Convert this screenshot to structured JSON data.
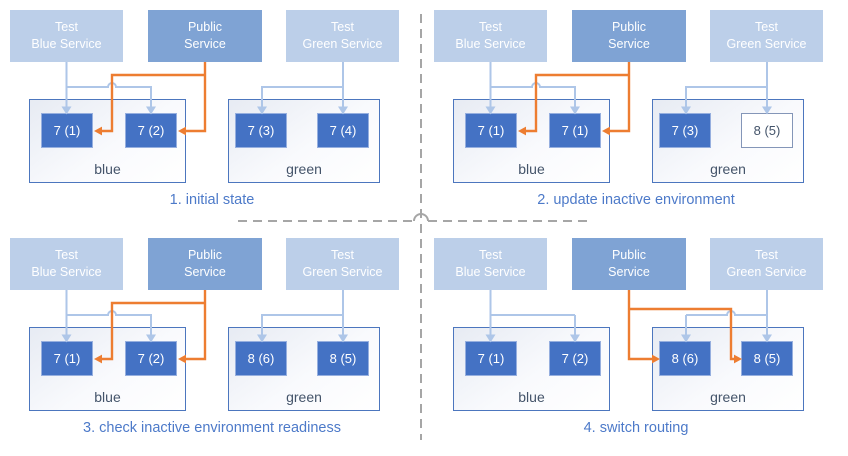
{
  "colors": {
    "accent_blue": "#4472C4",
    "light_service_fill": "#BCCFE9",
    "public_service_fill": "#7FA3D4",
    "pod_fill": "#4472C4",
    "pod_border": "#96AFDF",
    "pod_outline_border": "#8496B8",
    "pod_outline_text": "#44546A",
    "env_border": "#4C76BE",
    "env_label_text": "#44546A",
    "light_connector": "#AEC6E8",
    "orange_connector": "#ED7D31",
    "divider_gray": "#A6A6A6",
    "caption_text": "#4D7AC9"
  },
  "quadrants": [
    {
      "caption": "1. initial state",
      "services": [
        {
          "label": "Test\nBlue Service"
        },
        {
          "label": "Public\nService"
        },
        {
          "label": "Test\nGreen Service"
        }
      ],
      "blue_env": {
        "label": "blue",
        "pods": [
          {
            "label": "7 (1)",
            "variant": "filled"
          },
          {
            "label": "7 (2)",
            "variant": "filled"
          }
        ]
      },
      "green_env": {
        "label": "green",
        "pods": [
          {
            "label": "7 (3)",
            "variant": "filled"
          },
          {
            "label": "7 (4)",
            "variant": "filled"
          }
        ]
      }
    },
    {
      "caption": "2. update inactive environment",
      "services": [
        {
          "label": "Test\nBlue Service"
        },
        {
          "label": "Public\nService"
        },
        {
          "label": "Test\nGreen Service"
        }
      ],
      "blue_env": {
        "label": "blue",
        "pods": [
          {
            "label": "7 (1)",
            "variant": "filled"
          },
          {
            "label": "7 (1)",
            "variant": "filled"
          }
        ]
      },
      "green_env": {
        "label": "green",
        "pods": [
          {
            "label": "7 (3)",
            "variant": "filled"
          },
          {
            "label": "8 (5)",
            "variant": "outline"
          }
        ]
      }
    },
    {
      "caption": "3. check inactive environment readiness",
      "services": [
        {
          "label": "Test\nBlue Service"
        },
        {
          "label": "Public\nService"
        },
        {
          "label": "Test\nGreen Service"
        }
      ],
      "blue_env": {
        "label": "blue",
        "pods": [
          {
            "label": "7 (1)",
            "variant": "filled"
          },
          {
            "label": "7 (2)",
            "variant": "filled"
          }
        ]
      },
      "green_env": {
        "label": "green",
        "pods": [
          {
            "label": "8 (6)",
            "variant": "filled"
          },
          {
            "label": "8 (5)",
            "variant": "filled"
          }
        ]
      }
    },
    {
      "caption": "4. switch routing",
      "services": [
        {
          "label": "Test\nBlue Service"
        },
        {
          "label": "Public\nService"
        },
        {
          "label": "Test\nGreen Service"
        }
      ],
      "blue_env": {
        "label": "blue",
        "pods": [
          {
            "label": "7 (1)",
            "variant": "filled"
          },
          {
            "label": "7 (2)",
            "variant": "filled"
          }
        ]
      },
      "green_env": {
        "label": "green",
        "pods": [
          {
            "label": "8 (6)",
            "variant": "filled"
          },
          {
            "label": "8 (5)",
            "variant": "filled"
          }
        ]
      }
    }
  ]
}
